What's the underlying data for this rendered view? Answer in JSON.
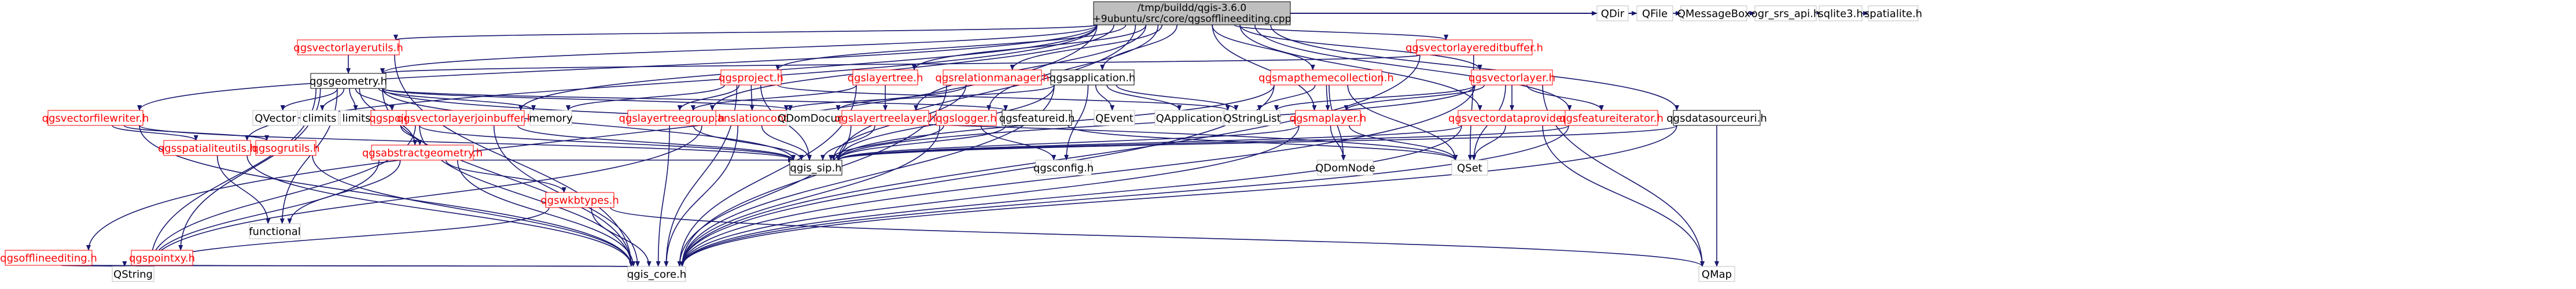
{
  "colors": {
    "edge": "#191970",
    "root_fill": "#bfbfbf",
    "root_stroke": "#000000",
    "red_stroke": "#ff0000",
    "red_text": "#ff0000",
    "gray_stroke": "#bfbfbf",
    "normal_text": "#000000"
  },
  "nodes": [
    {
      "id": "root",
      "label1": "/tmp/buildd/qgis-3.6.0",
      "label2": "+9ubuntu/src/core/qgsofflineediting.cpp",
      "kind": "root"
    },
    {
      "id": "qgsvectorlayerutils",
      "label": "qgsvectorlayerutils.h",
      "kind": "red"
    },
    {
      "id": "qgsgeometry",
      "label": "qgsgeometry.h",
      "kind": "black"
    },
    {
      "id": "qgsvectorfilewriter",
      "label": "qgsvectorfilewriter.h",
      "kind": "red"
    },
    {
      "id": "qgsofflineediting",
      "label": "qgsofflineediting.h",
      "kind": "red"
    },
    {
      "id": "qgsspatialiteutils",
      "label": "qgsspatialiteutils.h",
      "kind": "red"
    },
    {
      "id": "qgspointxy",
      "label": "qgspointxy.h",
      "kind": "red"
    },
    {
      "id": "QVector",
      "label": "QVector",
      "kind": "gray"
    },
    {
      "id": "climits",
      "label": "climits",
      "kind": "gray"
    },
    {
      "id": "limits",
      "label": "limits",
      "kind": "gray"
    },
    {
      "id": "qgspoint",
      "label": "qgspoint.h",
      "kind": "red"
    },
    {
      "id": "qgsogrutils",
      "label": "qgsogrutils.h",
      "kind": "red"
    },
    {
      "id": "qgsabstractgeometry",
      "label": "qgsabstractgeometry.h",
      "kind": "red"
    },
    {
      "id": "functional",
      "label": "functional",
      "kind": "gray"
    },
    {
      "id": "qgswkbtypes",
      "label": "qgswkbtypes.h",
      "kind": "red"
    },
    {
      "id": "QString",
      "label": "QString",
      "kind": "gray"
    },
    {
      "id": "qgis_core",
      "label": "qgis_core.h",
      "kind": "gray"
    },
    {
      "id": "qgsvectorlayerjoinbuffer",
      "label": "qgsvectorlayerjoinbuffer.h",
      "kind": "red"
    },
    {
      "id": "memory",
      "label": "memory",
      "kind": "gray"
    },
    {
      "id": "qgsproject",
      "label": "qgsproject.h",
      "kind": "red"
    },
    {
      "id": "qgstranslationcontext",
      "label": "qgstranslationcontext.h",
      "kind": "red"
    },
    {
      "id": "qgis_sip",
      "label": "qgis_sip.h",
      "kind": "black"
    },
    {
      "id": "qgslayertreegroup",
      "label": "qgslayertreegroup.h",
      "kind": "red"
    },
    {
      "id": "QDomDocument",
      "label": "QDomDocument",
      "kind": "gray"
    },
    {
      "id": "qgslayertree",
      "label": "qgslayertree.h",
      "kind": "red"
    },
    {
      "id": "qgslayertreelayer",
      "label": "qgslayertreelayer.h",
      "kind": "red"
    },
    {
      "id": "qgsrelationmanager",
      "label": "qgsrelationmanager.h",
      "kind": "red"
    },
    {
      "id": "qgslogger",
      "label": "qgslogger.h",
      "kind": "red"
    },
    {
      "id": "qgsconfig",
      "label": "qgsconfig.h",
      "kind": "gray"
    },
    {
      "id": "qgsapplication",
      "label": "qgsapplication.h",
      "kind": "black"
    },
    {
      "id": "qgsfeatureid",
      "label": "qgsfeatureid.h",
      "kind": "black"
    },
    {
      "id": "QEvent",
      "label": "QEvent",
      "kind": "gray"
    },
    {
      "id": "QApplication",
      "label": "QApplication",
      "kind": "gray"
    },
    {
      "id": "qgsmapthemecollection",
      "label": "qgsmapthemecollection.h",
      "kind": "red"
    },
    {
      "id": "QStringList",
      "label": "QStringList",
      "kind": "gray"
    },
    {
      "id": "qgsmaplayer",
      "label": "qgsmaplayer.h",
      "kind": "red"
    },
    {
      "id": "QDomNode",
      "label": "QDomNode",
      "kind": "gray"
    },
    {
      "id": "qgsvectorlayereditbuffer",
      "label": "qgsvectorlayereditbuffer.h",
      "kind": "red"
    },
    {
      "id": "QSet",
      "label": "QSet",
      "kind": "gray"
    },
    {
      "id": "qgsvectorlayer",
      "label": "qgsvectorlayer.h",
      "kind": "red"
    },
    {
      "id": "qgsvectordataprovider",
      "label": "qgsvectordataprovider.h",
      "kind": "red"
    },
    {
      "id": "qgsfeatureiterator",
      "label": "qgsfeatureiterator.h",
      "kind": "red"
    },
    {
      "id": "qgsdatasourceuri",
      "label": "qgsdatasourceuri.h",
      "kind": "black"
    },
    {
      "id": "QMap",
      "label": "QMap",
      "kind": "gray"
    },
    {
      "id": "QDir",
      "label": "QDir",
      "kind": "gray"
    },
    {
      "id": "QFile",
      "label": "QFile",
      "kind": "gray"
    },
    {
      "id": "QMessageBox",
      "label": "QMessageBox",
      "kind": "gray"
    },
    {
      "id": "ogr_srs_api",
      "label": "ogr_srs_api.h",
      "kind": "gray"
    },
    {
      "id": "sqlite3",
      "label": "sqlite3.h",
      "kind": "gray"
    },
    {
      "id": "spatialite",
      "label": "spatialite.h",
      "kind": "gray"
    }
  ],
  "edges": [
    [
      "root",
      "qgsvectorlayerutils"
    ],
    [
      "root",
      "qgsgeometry"
    ],
    [
      "root",
      "qgsvectorfilewriter"
    ],
    [
      "root",
      "qgsofflineediting"
    ],
    [
      "root",
      "qgsspatialiteutils"
    ],
    [
      "root",
      "qgsvectorlayerjoinbuffer"
    ],
    [
      "root",
      "qgsproject"
    ],
    [
      "root",
      "qgslayertreegroup"
    ],
    [
      "root",
      "qgslayertree"
    ],
    [
      "root",
      "qgsrelationmanager"
    ],
    [
      "root",
      "qgslogger"
    ],
    [
      "root",
      "qgsapplication"
    ],
    [
      "root",
      "qgsmapthemecollection"
    ],
    [
      "root",
      "qgsmaplayer"
    ],
    [
      "root",
      "qgsvectorlayereditbuffer"
    ],
    [
      "root",
      "qgsvectorlayer"
    ],
    [
      "root",
      "qgsvectordataprovider"
    ],
    [
      "root",
      "qgsfeatureiterator"
    ],
    [
      "root",
      "qgsdatasourceuri"
    ],
    [
      "root",
      "QDir"
    ],
    [
      "root",
      "QFile"
    ],
    [
      "root",
      "QMessageBox"
    ],
    [
      "root",
      "ogr_srs_api"
    ],
    [
      "root",
      "sqlite3"
    ],
    [
      "root",
      "spatialite"
    ],
    [
      "root",
      "qgslayertreelayer"
    ],
    [
      "root",
      "qgis_sip"
    ],
    [
      "qgsvectorlayerutils",
      "qgsgeometry"
    ],
    [
      "qgsvectorlayerutils",
      "qgis_core"
    ],
    [
      "qgsgeometry",
      "QVector"
    ],
    [
      "qgsgeometry",
      "climits"
    ],
    [
      "qgsgeometry",
      "limits"
    ],
    [
      "qgsgeometry",
      "qgspoint"
    ],
    [
      "qgsgeometry",
      "qgsabstractgeometry"
    ],
    [
      "qgsgeometry",
      "functional"
    ],
    [
      "qgsgeometry",
      "QString"
    ],
    [
      "qgsgeometry",
      "qgis_core"
    ],
    [
      "qgsgeometry",
      "qgis_sip"
    ],
    [
      "qgsgeometry",
      "memory"
    ],
    [
      "qgsgeometry",
      "qgspointxy"
    ],
    [
      "qgsgeometry",
      "QDomDocument"
    ],
    [
      "qgsgeometry",
      "qgsfeatureid"
    ],
    [
      "qgsgeometry",
      "QSet"
    ],
    [
      "qgsvectorfilewriter",
      "qgsspatialiteutils"
    ],
    [
      "qgsvectorfilewriter",
      "qgsogrutils"
    ],
    [
      "qgsvectorfilewriter",
      "qgis_core"
    ],
    [
      "qgsvectorfilewriter",
      "qgis_sip"
    ],
    [
      "qgsofflineediting",
      "QString"
    ],
    [
      "qgsofflineediting",
      "qgis_core"
    ],
    [
      "qgsspatialiteutils",
      "functional"
    ],
    [
      "qgsspatialiteutils",
      "qgis_core"
    ],
    [
      "qgspointxy",
      "QString"
    ],
    [
      "qgspointxy",
      "qgis_core"
    ],
    [
      "qgspoint",
      "qgsabstractgeometry"
    ],
    [
      "qgspoint",
      "qgis_core"
    ],
    [
      "qgspoint",
      "qgis_sip"
    ],
    [
      "qgsogrutils",
      "qgis_core"
    ],
    [
      "qgsabstractgeometry",
      "functional"
    ],
    [
      "qgsabstractgeometry",
      "qgswkbtypes"
    ],
    [
      "qgsabstractgeometry",
      "QString"
    ],
    [
      "qgsabstractgeometry",
      "qgis_core"
    ],
    [
      "qgsabstractgeometry",
      "qgis_sip"
    ],
    [
      "qgswkbtypes",
      "QString"
    ],
    [
      "qgswkbtypes",
      "qgis_core"
    ],
    [
      "qgswkbtypes",
      "QMap"
    ],
    [
      "qgsvectorlayerjoinbuffer",
      "qgis_core"
    ],
    [
      "qgsvectorlayerjoinbuffer",
      "QString"
    ],
    [
      "qgsvectorlayerjoinbuffer",
      "qgis_sip"
    ],
    [
      "qgsproject",
      "memory"
    ],
    [
      "qgsproject",
      "qgstranslationcontext"
    ],
    [
      "qgsproject",
      "qgis_sip"
    ],
    [
      "qgsproject",
      "qgis_core"
    ],
    [
      "qgsproject",
      "QStringList"
    ],
    [
      "qgsproject",
      "qgslayertreegroup"
    ],
    [
      "qgstranslationcontext",
      "qgis_core"
    ],
    [
      "qgstranslationcontext",
      "qgis_sip"
    ],
    [
      "qgstranslationcontext",
      "QString"
    ],
    [
      "qgslayertreegroup",
      "qgis_core"
    ],
    [
      "qgslayertreegroup",
      "qgis_sip"
    ],
    [
      "qgslayertree",
      "qgslayertreelayer"
    ],
    [
      "qgslayertree",
      "qgis_core"
    ],
    [
      "qgslayertree",
      "qgslayertreegroup"
    ],
    [
      "qgslayertreelayer",
      "qgis_core"
    ],
    [
      "qgslayertreelayer",
      "qgis_sip"
    ],
    [
      "qgsrelationmanager",
      "QDomDocument"
    ],
    [
      "qgsrelationmanager",
      "qgis_core"
    ],
    [
      "qgsrelationmanager",
      "qgis_sip"
    ],
    [
      "qgslogger",
      "qgsconfig"
    ],
    [
      "qgslogger",
      "qgis_core"
    ],
    [
      "qgslogger",
      "qgis_sip"
    ],
    [
      "qgsapplication",
      "QEvent"
    ],
    [
      "qgsapplication",
      "QApplication"
    ],
    [
      "qgsapplication",
      "QStringList"
    ],
    [
      "qgsapplication",
      "qgsconfig"
    ],
    [
      "qgsapplication",
      "qgis_core"
    ],
    [
      "qgsapplication",
      "qgis_sip"
    ],
    [
      "qgsapplication",
      "qgstranslationcontext"
    ],
    [
      "qgsfeatureid",
      "qgis_sip"
    ],
    [
      "qgsfeatureid",
      "QSet"
    ],
    [
      "qgsmapthemecollection",
      "QStringList"
    ],
    [
      "qgsmapthemecollection",
      "qgsmaplayer"
    ],
    [
      "qgsmapthemecollection",
      "QDomNode"
    ],
    [
      "qgsmapthemecollection",
      "qgis_core"
    ],
    [
      "qgsmapthemecollection",
      "qgis_sip"
    ],
    [
      "qgsmapthemecollection",
      "QSet"
    ],
    [
      "qgsmaplayer",
      "qgis_sip"
    ],
    [
      "qgsmaplayer",
      "QDomNode"
    ],
    [
      "qgsmaplayer",
      "qgis_core"
    ],
    [
      "qgsmaplayer",
      "QSet"
    ],
    [
      "qgsvectorlayereditbuffer",
      "QSet"
    ],
    [
      "qgsvectorlayereditbuffer",
      "qgis_core"
    ],
    [
      "qgsvectorlayereditbuffer",
      "qgsgeometry"
    ],
    [
      "qgsvectorlayer",
      "qgsvectordataprovider"
    ],
    [
      "qgsvectorlayer",
      "qgsfeatureiterator"
    ],
    [
      "qgsvectorlayer",
      "qgsmaplayer"
    ],
    [
      "qgsvectorlayer",
      "QSet"
    ],
    [
      "qgsvectorlayer",
      "QStringList"
    ],
    [
      "qgsvectorlayer",
      "qgis_core"
    ],
    [
      "qgsvectorlayer",
      "qgis_sip"
    ],
    [
      "qgsvectorlayer",
      "QMap"
    ],
    [
      "qgsvectordataprovider",
      "qgis_core"
    ],
    [
      "qgsvectordataprovider",
      "qgis_sip"
    ],
    [
      "qgsvectordataprovider",
      "QSet"
    ],
    [
      "qgsvectordataprovider",
      "QMap"
    ],
    [
      "qgsfeatureiterator",
      "qgis_core"
    ],
    [
      "qgsfeatureiterator",
      "qgis_sip"
    ],
    [
      "qgsdatasourceuri",
      "qgis_core"
    ],
    [
      "qgsdatasourceuri",
      "QMap"
    ],
    [
      "qgsdatasourceuri",
      "qgis_sip"
    ]
  ]
}
